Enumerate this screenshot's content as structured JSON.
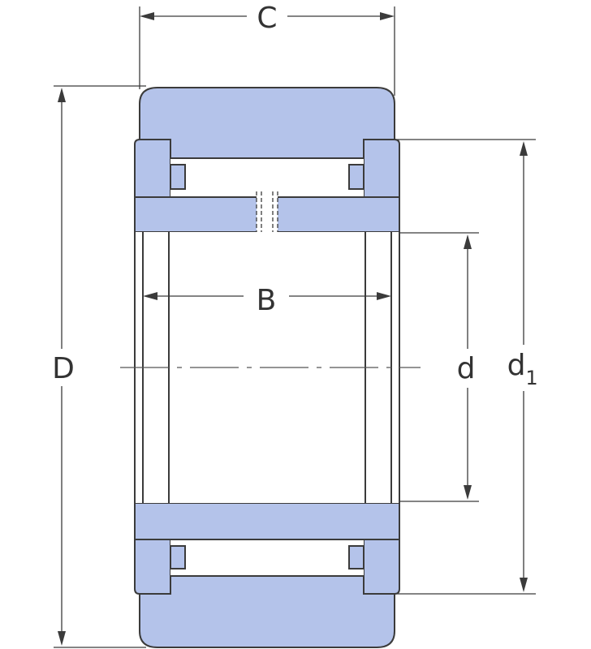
{
  "labels": {
    "C": "C",
    "B": "B",
    "D": "D",
    "d": "d",
    "d1_main": "d",
    "d1_sub": "1"
  },
  "colors": {
    "part_fill": "#b4c3ea",
    "outline": "#3b3b3b"
  }
}
